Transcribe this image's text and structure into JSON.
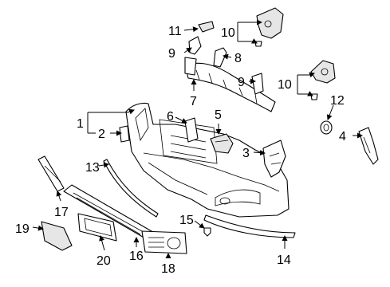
{
  "callouts": {
    "c1": "1",
    "c2": "2",
    "c3": "3",
    "c4": "4",
    "c5": "5",
    "c6": "6",
    "c7": "7",
    "c8": "8",
    "c9a": "9",
    "c9b": "9",
    "c10a": "10",
    "c10b": "10",
    "c11": "11",
    "c12": "12",
    "c13": "13",
    "c14": "14",
    "c15": "15",
    "c16": "16",
    "c17": "17",
    "c18": "18",
    "c19": "19",
    "c20": "20"
  },
  "colors": {
    "line": "#000000",
    "background": "#ffffff",
    "fill_shade": "#e6e6e6"
  }
}
